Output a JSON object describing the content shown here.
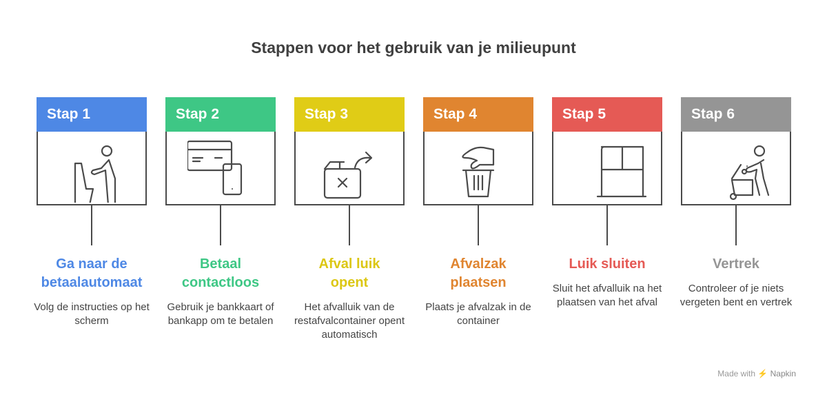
{
  "title": "Stappen voor het gebruik van je milieupunt",
  "steps": [
    {
      "label": "Stap 1",
      "title": "Ga naar de betaalautomaat",
      "desc": "Volg de instructies op het scherm",
      "color": "#4E88E5",
      "text_color": "#4E88E5",
      "icon": "person-at-machine-icon"
    },
    {
      "label": "Stap 2",
      "title": "Betaal contactloos",
      "desc": "Gebruik je bankkaart of bankapp om te betalen",
      "color": "#3EC785",
      "text_color": "#3EC785",
      "icon": "card-phone-icon"
    },
    {
      "label": "Stap 3",
      "title": "Afval luik opent",
      "desc": "Het afvalluik van de restafvalcontainer opent automatisch",
      "color": "#E0CC16",
      "text_color": "#DCC714",
      "icon": "open-box-icon"
    },
    {
      "label": "Stap 4",
      "title": "Afvalzak plaatsen",
      "desc": "Plaats je afvalzak in de container",
      "color": "#E08530",
      "text_color": "#E08530",
      "icon": "hand-trash-icon"
    },
    {
      "label": "Stap 5",
      "title": "Luik sluiten",
      "desc": "Sluit het afvalluik na het plaatsen van het afval",
      "color": "#E55A55",
      "text_color": "#E55A55",
      "icon": "closed-hatch-icon"
    },
    {
      "label": "Stap 6",
      "title": "Vertrek",
      "desc": "Controleer of je niets vergeten bent en vertrek",
      "color": "#959595",
      "text_color": "#959595",
      "icon": "person-bin-icon"
    }
  ],
  "footer": {
    "made_with": "Made with",
    "brand": "Napkin"
  }
}
